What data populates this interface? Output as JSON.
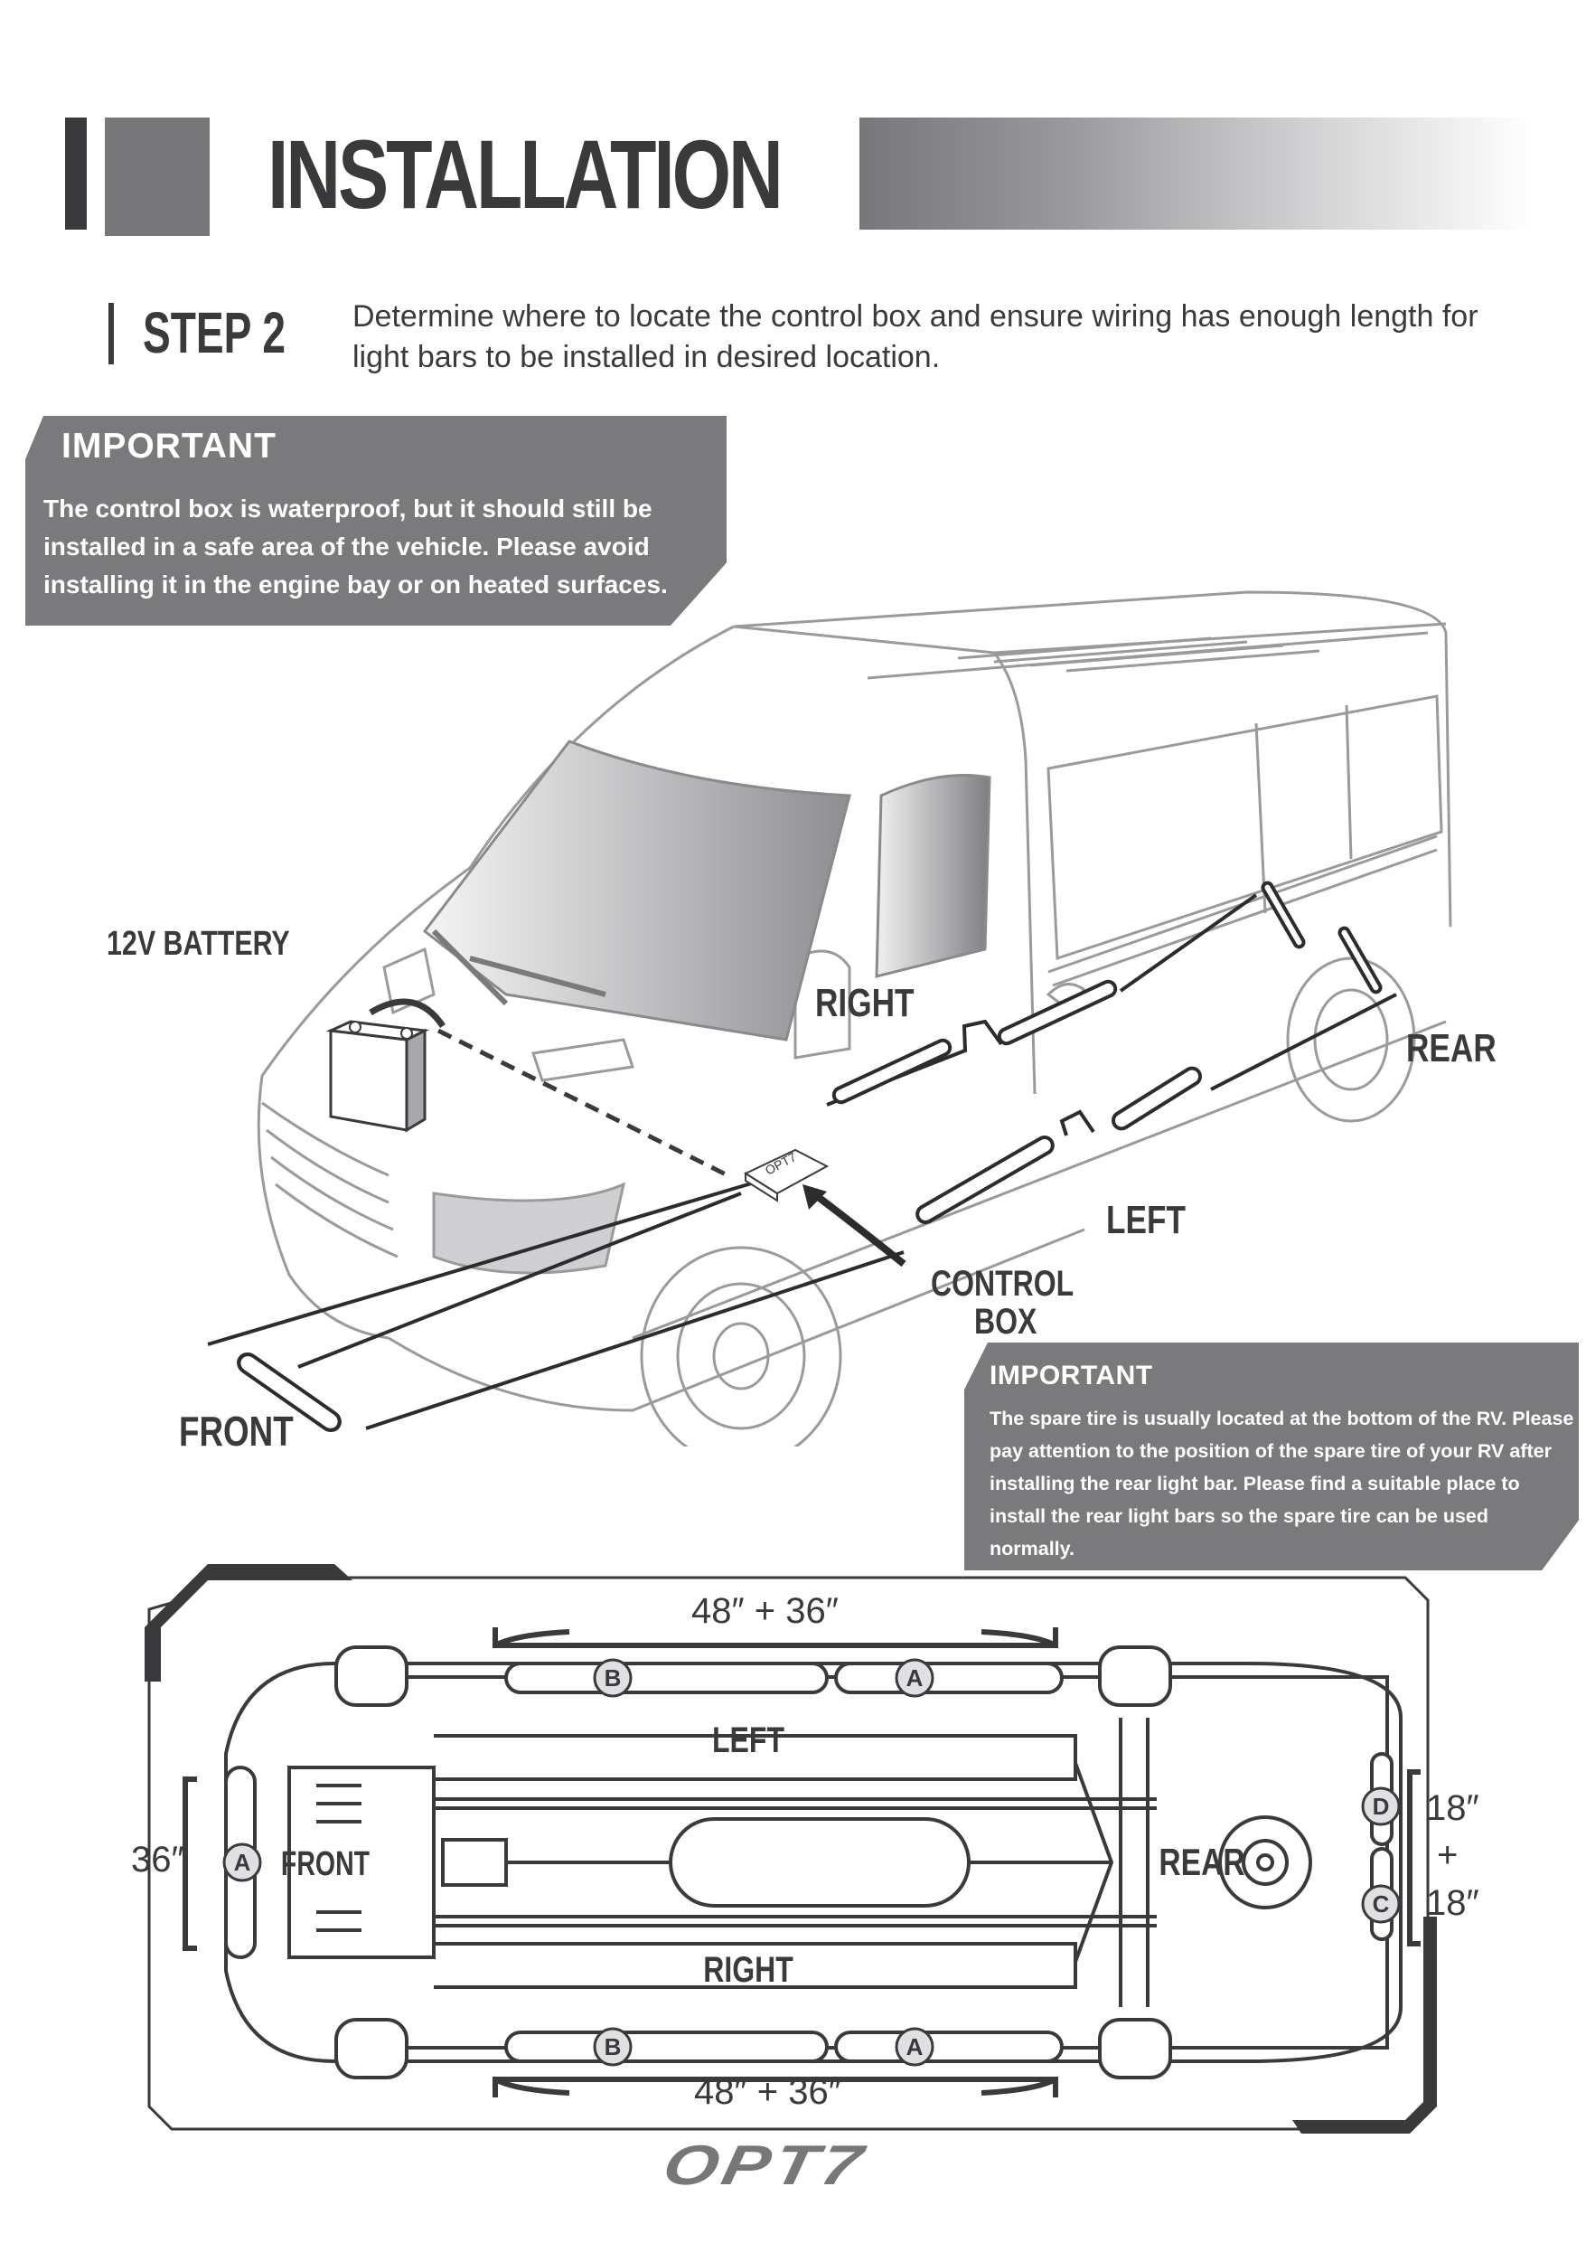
{
  "header": {
    "title": "INSTALLATION"
  },
  "step": {
    "label": "STEP 2",
    "text": "Determine where to locate the control box and ensure wiring has enough length for light bars to be installed in desired location."
  },
  "important_top": {
    "title": "IMPORTANT",
    "body": "The control box is waterproof, but it should still be installed in a safe area of the vehicle. Please avoid installing it in the engine bay or on heated surfaces."
  },
  "important_bottom": {
    "title": "IMPORTANT",
    "body": "The spare tire is usually located at the bottom of the RV. Please pay attention to the position of the spare tire of your RV after installing the rear light bar. Please find a suitable place to install the rear light bars so the spare tire can be used normally."
  },
  "van_diagram": {
    "labels": {
      "battery": "12V BATTERY",
      "right": "RIGHT",
      "rear": "REAR",
      "left": "LEFT",
      "control_box_line1": "CONTROL",
      "control_box_line2": "BOX",
      "front": "FRONT",
      "control_box_brand": "OPT7"
    }
  },
  "chassis_diagram": {
    "top_dimension": "48″ + 36″",
    "bottom_dimension": "48″ + 36″",
    "front_dimension": "36″",
    "rear_dimension_1": "18″",
    "rear_dimension_plus": "+",
    "rear_dimension_2": "18″",
    "labels": {
      "left": "LEFT",
      "right": "RIGHT",
      "front": "FRONT",
      "rear": "REAR"
    },
    "bar_markers": {
      "left_b": "B",
      "left_a": "A",
      "right_b": "B",
      "right_a": "A",
      "front_a": "A",
      "rear_d": "D",
      "rear_c": "C"
    }
  },
  "footer": {
    "brand": "OPT7"
  },
  "colors": {
    "dark": "#3a3a3c",
    "callout_gray": "#7a7a7d",
    "marker_fill": "#e0e0e2"
  }
}
